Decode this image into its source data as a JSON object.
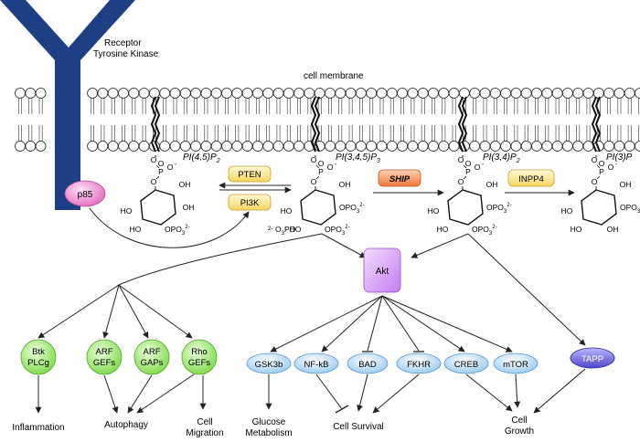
{
  "receptor": {
    "label_line1": "Receptor",
    "label_line2": "Tyrosine Kinase"
  },
  "membrane": {
    "label": "cell membrane"
  },
  "lipids": [
    {
      "main": "PI(4,5)P",
      "sub": "2"
    },
    {
      "main": "PI(3,4,5)P",
      "sub": "3"
    },
    {
      "main": "PI(3,4)P",
      "sub": "2"
    },
    {
      "main": "PI(3)P",
      "sub": ""
    }
  ],
  "enzymes": {
    "pten": "PTEN",
    "pi3k": "PI3K",
    "ship": "SHIP",
    "inpp4": "INPP4"
  },
  "nodes": {
    "p85": "p85",
    "akt": "Akt",
    "tapp": "TAPP",
    "btk_plcg": [
      "Btk",
      "PLCg"
    ],
    "arf_gefs": [
      "ARF",
      "GEFs"
    ],
    "arf_gaps": [
      "ARF",
      "GAPs"
    ],
    "rho_gefs": [
      "Rho",
      "GEFs"
    ],
    "gsk3b": "GSK3b",
    "nfkb": "NF-kB",
    "bad": "BAD",
    "fkhr": "FKHR",
    "creb": "CREB",
    "mtor": "mTOR"
  },
  "outcomes": {
    "inflammation": "Inflammation",
    "autophagy": "Autophagy",
    "cell_migration": [
      "Cell",
      "Migration"
    ],
    "glucose_metabolism": [
      "Glucose",
      "Metabolism"
    ],
    "cell_survival": "Cell Survival",
    "cell_growth": [
      "Cell",
      "Growth"
    ]
  },
  "chem": {
    "p": "P",
    "o": "O",
    "ominus": "O",
    "minus": "-",
    "oh": "OH",
    "ho": "HO",
    "opo3": "OPO",
    "three": "3",
    "two_minus": "2-",
    "two_minus_o3po": "O",
    "po": "PO"
  }
}
